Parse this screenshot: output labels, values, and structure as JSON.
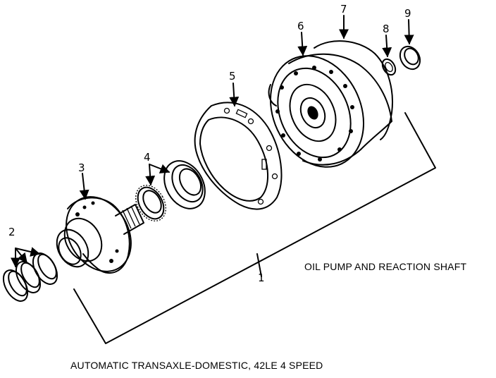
{
  "diagram": {
    "assembly_label": "OIL PUMP AND REACTION SHAFT",
    "footer_label": "AUTOMATIC TRANSAXLE-DOMESTIC, 42LE 4 SPEED",
    "callouts": {
      "c1": "1",
      "c2": "2",
      "c3": "3",
      "c4": "4",
      "c5": "5",
      "c6": "6",
      "c7": "7",
      "c8": "8",
      "c9": "9"
    }
  }
}
